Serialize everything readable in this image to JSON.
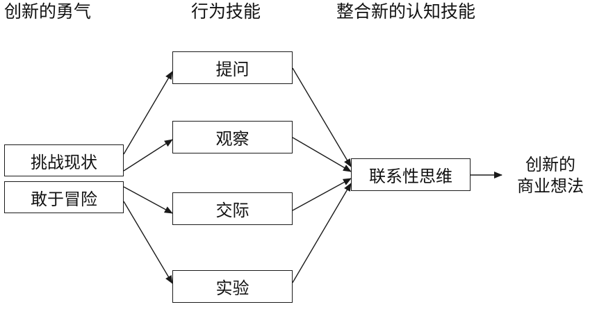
{
  "headers": {
    "courage": "创新的勇气",
    "behavior": "行为技能",
    "cognitive": "整合新的认知技能"
  },
  "courage_nodes": {
    "challenge": "挑战现状",
    "risk": "敢于冒险"
  },
  "behavior_nodes": {
    "question": "提问",
    "observe": "观察",
    "network": "交际",
    "experiment": "实验"
  },
  "cognitive_node": "联系性思维",
  "outcome": {
    "line1": "创新的",
    "line2": "商业想法"
  },
  "edges": [
    {
      "from": "challenge",
      "to": "question"
    },
    {
      "from": "challenge",
      "to": "observe"
    },
    {
      "from": "risk",
      "to": "network"
    },
    {
      "from": "risk",
      "to": "experiment"
    },
    {
      "from": "question",
      "to": "associate"
    },
    {
      "from": "observe",
      "to": "associate"
    },
    {
      "from": "network",
      "to": "associate"
    },
    {
      "from": "experiment",
      "to": "associate"
    },
    {
      "from": "associate",
      "to": "outcome"
    }
  ],
  "colors": {
    "stroke": "#1a1a1a",
    "text": "#111111",
    "background": "#ffffff"
  }
}
